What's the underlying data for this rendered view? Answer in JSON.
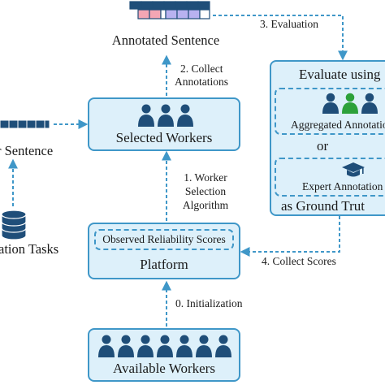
{
  "colors": {
    "box_fill": "#ddf0fa",
    "box_border": "#3f97c8",
    "worker_dark": "#1f4e79",
    "worker_green": "#2ca13a",
    "token_dark": "#1f4e79",
    "token_pink": "#f4a6b4",
    "token_purple": "#b8b2f0",
    "database": "#1f4e79"
  },
  "nodes": {
    "annotated_sentence_top": "Annotated Sentence",
    "sentence_left": "r Sentence",
    "annotation_tasks": "ation Tasks",
    "selected_workers": "Selected Workers",
    "platform": "Platform",
    "observed_scores": "Observed Reliability Scores",
    "available_workers": "Available Workers",
    "evaluate_title": "Evaluate using",
    "aggregated": "Aggregated Annotatio",
    "or": "or",
    "expert": "Expert Annotation",
    "ground_truth": "as Ground Trut"
  },
  "edges": {
    "step0": "0. Initialization",
    "step1_line1": "1. Worker",
    "step1_line2": "Selection",
    "step1_line3": "Algorithm",
    "step2_line1": "2. Collect",
    "step2_line2": "Annotations",
    "step3": "3. Evaluation",
    "step4": "4. Collect Scores"
  }
}
